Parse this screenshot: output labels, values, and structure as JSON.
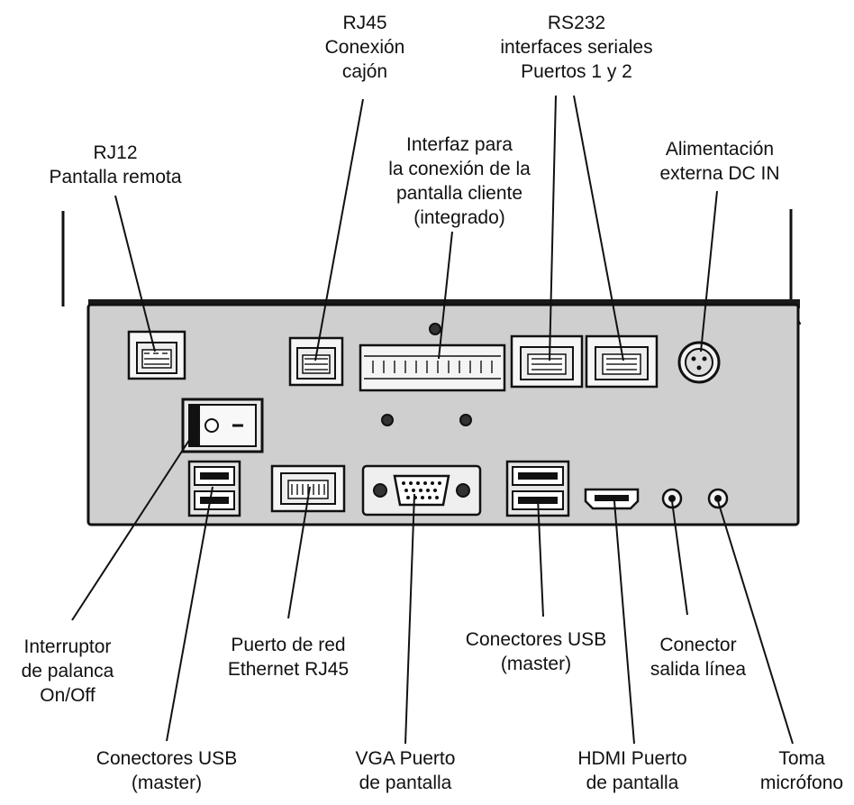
{
  "labels": {
    "rj12": {
      "line1": "RJ12",
      "line2": "Pantalla remota"
    },
    "rj45_drawer": {
      "line1": "RJ45",
      "line2": "Conexión",
      "line3": "cajón"
    },
    "rs232": {
      "line1": "RS232",
      "line2": "interfaces seriales",
      "line3": "Puertos 1 y 2"
    },
    "customer_display": {
      "line1": "Interfaz para",
      "line2": "la conexión de la",
      "line3": "pantalla cliente",
      "line4": "(integrado)"
    },
    "dc_in": {
      "line1": "Alimentación",
      "line2": "externa DC IN"
    },
    "power_switch": {
      "line1": "Interruptor",
      "line2": "de palanca",
      "line3": "On/Off"
    },
    "ethernet": {
      "line1": "Puerto de red",
      "line2": "Ethernet RJ45"
    },
    "usb_right": {
      "line1": "Conectores USB",
      "line2": "(master)"
    },
    "line_out": {
      "line1": "Conector",
      "line2": "salida línea"
    },
    "usb_left": {
      "line1": "Conectores USB",
      "line2": "(master)"
    },
    "vga": {
      "line1": "VGA Puerto",
      "line2": "de pantalla"
    },
    "hdmi": {
      "line1": "HDMI Puerto",
      "line2": "de pantalla"
    },
    "mic": {
      "line1": "Toma",
      "line2": "micrófono"
    }
  }
}
